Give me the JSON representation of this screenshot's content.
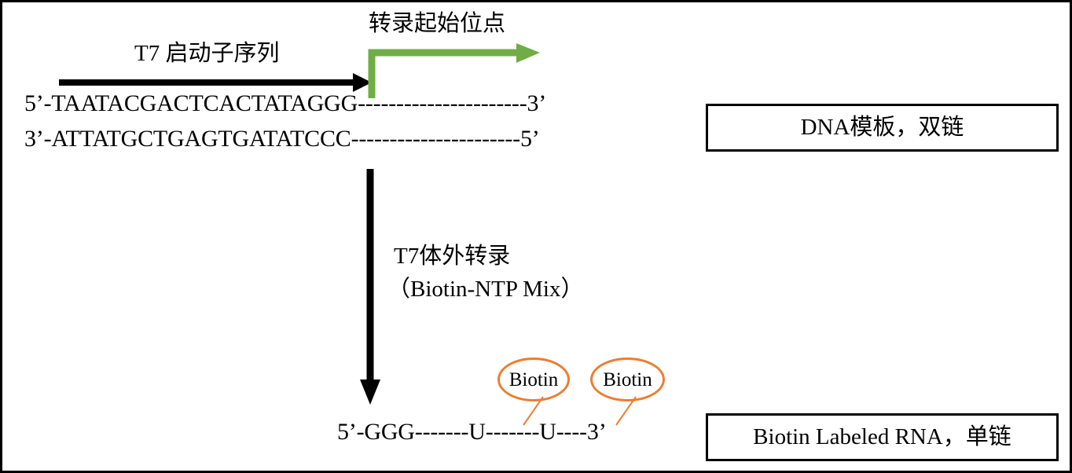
{
  "figure": {
    "title": "T7 in vitro transcription of biotin-labeled RNA",
    "border_color": "#000000",
    "background": "#ffffff"
  },
  "colors": {
    "black": "#000000",
    "green_arrow": "#70AD47",
    "orange_ellipse": "#ED7D31",
    "white": "#FFFFFF"
  },
  "annotations": {
    "promoter_label": "T7 启动子序列",
    "tss_label": "转录起始位点",
    "reaction_label_line1": "T7体外转录",
    "reaction_label_line2": "（Biotin-NTP Mix）"
  },
  "sequences": {
    "dna_top": "5’-TAATACGACTCACTATAGGG----------------------3’",
    "dna_bottom": "3’-ATTATGCTGAGTGATATCCC----------------------5’",
    "rna_product": "5’-GGG-------U-------U----3’"
  },
  "boxes": {
    "dna_template": "DNA模板，双链",
    "rna_product": "Biotin Labeled RNA，单链"
  },
  "tags": {
    "biotin_1": "Biotin",
    "biotin_2": "Biotin"
  },
  "icons": {
    "promoter_arrow": "right-arrow-icon",
    "tss_arrow": "elbow-right-arrow-icon",
    "transcription_arrow": "down-arrow-icon"
  }
}
